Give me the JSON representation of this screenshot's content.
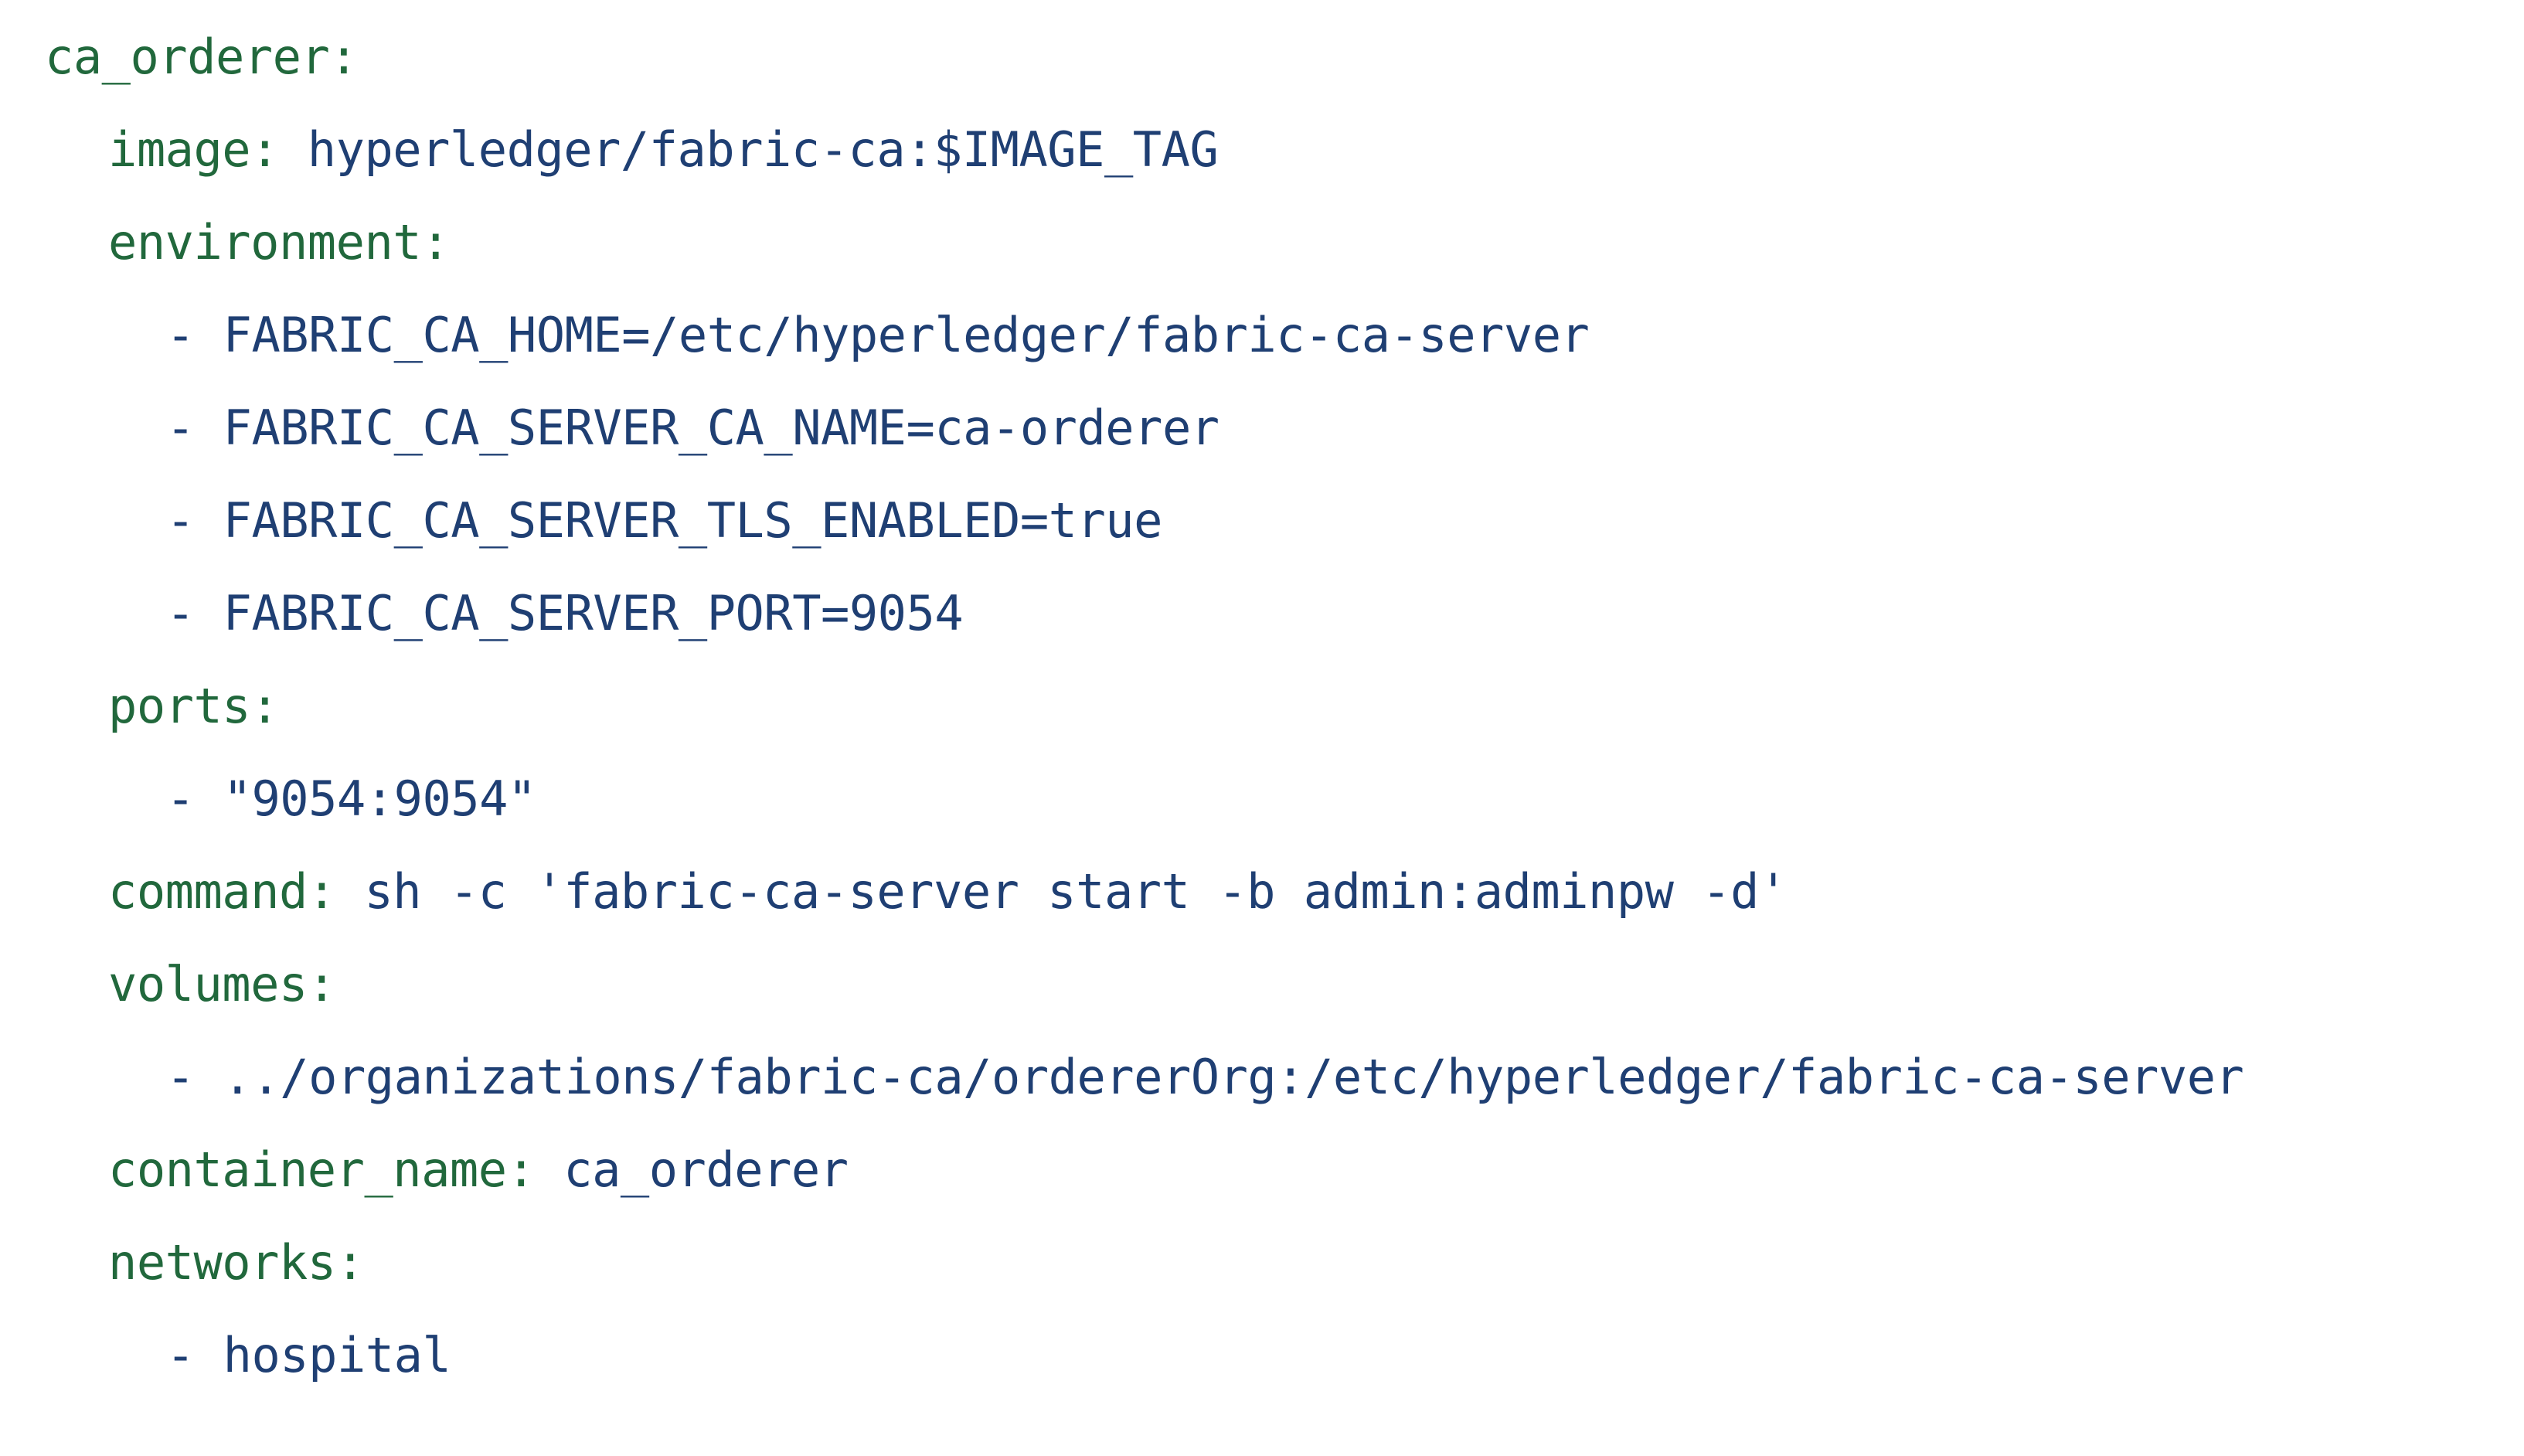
{
  "document": {
    "type": "yaml-code-block",
    "language": "yaml",
    "background_color": "#ffffff",
    "key_color": "#21683c",
    "value_color": "#1f3f73",
    "lines": [
      {
        "indent": 0,
        "key": "ca_orderer",
        "colon": ":",
        "value": "",
        "dash": "",
        "raw": "ca_orderer:"
      },
      {
        "indent": 1,
        "key": "image",
        "colon": ":",
        "value": " hyperledger/fabric-ca:$IMAGE_TAG",
        "dash": "",
        "raw": "image: hyperledger/fabric-ca:$IMAGE_TAG"
      },
      {
        "indent": 1,
        "key": "environment",
        "colon": ":",
        "value": "",
        "dash": "",
        "raw": "environment:"
      },
      {
        "indent": 2,
        "key": "",
        "colon": "",
        "value": "FABRIC_CA_HOME=/etc/hyperledger/fabric-ca-server",
        "dash": "- ",
        "raw": "- FABRIC_CA_HOME=/etc/hyperledger/fabric-ca-server"
      },
      {
        "indent": 2,
        "key": "",
        "colon": "",
        "value": "FABRIC_CA_SERVER_CA_NAME=ca-orderer",
        "dash": "- ",
        "raw": "- FABRIC_CA_SERVER_CA_NAME=ca-orderer"
      },
      {
        "indent": 2,
        "key": "",
        "colon": "",
        "value": "FABRIC_CA_SERVER_TLS_ENABLED=true",
        "dash": "- ",
        "raw": "- FABRIC_CA_SERVER_TLS_ENABLED=true"
      },
      {
        "indent": 2,
        "key": "",
        "colon": "",
        "value": "FABRIC_CA_SERVER_PORT=9054",
        "dash": "- ",
        "raw": "- FABRIC_CA_SERVER_PORT=9054"
      },
      {
        "indent": 1,
        "key": "ports",
        "colon": ":",
        "value": "",
        "dash": "",
        "raw": "ports:"
      },
      {
        "indent": 2,
        "key": "",
        "colon": "",
        "value": "\"9054:9054\"",
        "dash": "- ",
        "raw": "- \"9054:9054\""
      },
      {
        "indent": 1,
        "key": "command",
        "colon": ":",
        "value": " sh -c 'fabric-ca-server start -b admin:adminpw -d'",
        "dash": "",
        "raw": "command: sh -c 'fabric-ca-server start -b admin:adminpw -d'"
      },
      {
        "indent": 1,
        "key": "volumes",
        "colon": ":",
        "value": "",
        "dash": "",
        "raw": "volumes:"
      },
      {
        "indent": 2,
        "key": "",
        "colon": "",
        "value": "../organizations/fabric-ca/ordererOrg:/etc/hyperledger/fabric-ca-server",
        "dash": "- ",
        "raw": "- ../organizations/fabric-ca/ordererOrg:/etc/hyperledger/fabric-ca-server"
      },
      {
        "indent": 1,
        "key": "container_name",
        "colon": ":",
        "value": " ca_orderer",
        "dash": "",
        "raw": "container_name: ca_orderer"
      },
      {
        "indent": 1,
        "key": "networks",
        "colon": ":",
        "value": "",
        "dash": "",
        "raw": "networks:"
      },
      {
        "indent": 2,
        "key": "",
        "colon": "",
        "value": "hospital",
        "dash": "- ",
        "raw": "- hospital"
      }
    ]
  }
}
